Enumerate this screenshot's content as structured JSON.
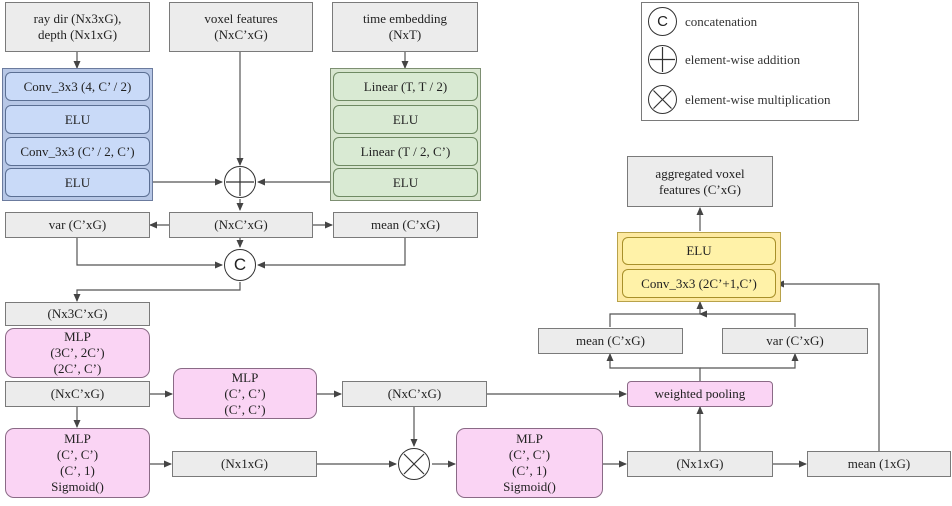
{
  "inputs": {
    "ray_dir": "ray dir (Nx3xG),\ndepth (Nx1xG)",
    "voxel_features": "voxel features\n(NxC’xG)",
    "time_embedding": "time embedding\n(NxT)"
  },
  "blue_block": [
    "Conv_3x3 (4, C’ / 2)",
    "ELU",
    "Conv_3x3 (C’ / 2, C’)",
    "ELU"
  ],
  "green_block": [
    "Linear (T, T / 2)",
    "ELU",
    "Linear (T / 2, C’)",
    "ELU"
  ],
  "row_stats": {
    "var": "var (C’xG)",
    "mid": "(NxC’xG)",
    "mean": "mean (C’xG)"
  },
  "concat_out": "(Nx3C’xG)",
  "mlp1": "MLP\n(3C’, 2C’)\n(2C’, C’)",
  "mlp1_out": "(NxC’xG)",
  "mlp2": "MLP\n(C’, C’)\n(C’, C’)",
  "mlp2_out": "(NxC’xG)",
  "mlp3": "MLP\n(C’, C’)\n(C’, 1)\nSigmoid()",
  "mlp3_out": "(Nx1xG)",
  "mlp4": "MLP\n(C’, C’)\n(C’, 1)\nSigmoid()",
  "mlp4_out": "(Nx1xG)",
  "mean_1xg": "mean (1xG)",
  "weighted_pooling": "weighted pooling",
  "pool_stats": {
    "mean": "mean (C’xG)",
    "var": "var (C’xG)"
  },
  "yellow_block": [
    "ELU",
    "Conv_3x3 (2C’+1,C’)"
  ],
  "output": "aggregated voxel\nfeatures (C’xG)",
  "legend": {
    "concat": "concatenation",
    "add": "element-wise addition",
    "mult": "element-wise multiplication"
  },
  "symbols": {
    "concat": "C"
  },
  "colors": {
    "blue": "#c9daf8",
    "green": "#d9ead3",
    "pink": "#fad4f4",
    "yellow": "#fff2a8",
    "gray": "#ececec"
  }
}
